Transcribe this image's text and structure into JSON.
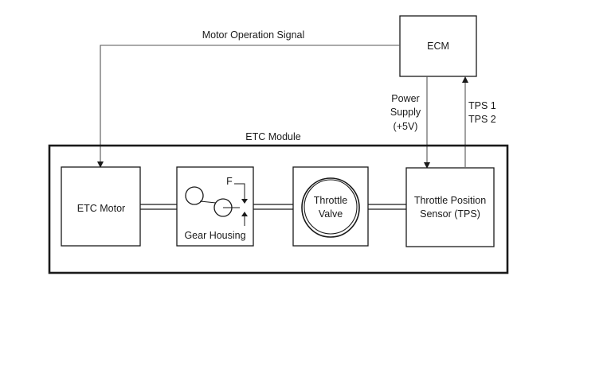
{
  "labels": {
    "ecm": "ECM",
    "motor_signal": "Motor Operation Signal",
    "power_line1": "Power",
    "power_line2": "Supply",
    "power_line3": "(+5V)",
    "tps1": "TPS 1",
    "tps2": "TPS 2",
    "etc_module": "ETC Module",
    "etc_motor": "ETC Motor",
    "gear_f": "F",
    "gear_housing": "Gear Housing",
    "throttle_line1": "Throttle",
    "throttle_line2": "Valve",
    "tps_line1": "Throttle Position",
    "tps_line2": "Sensor (TPS)"
  },
  "colors": {
    "line": "#1a1a1a",
    "wire": "#555555",
    "background": "#ffffff"
  }
}
